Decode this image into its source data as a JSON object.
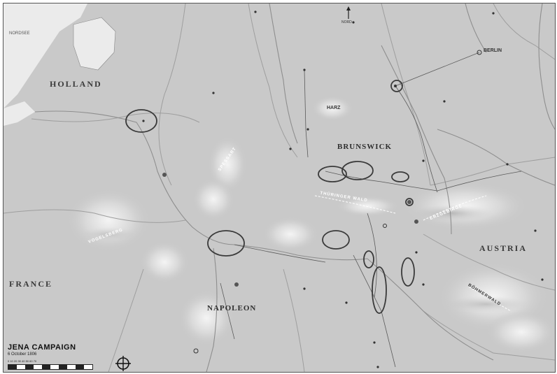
{
  "map": {
    "title": "JENA CAMPAIGN",
    "date": "6 October 1806",
    "scale_ticks": "0   10   20   30   40   50   60   70",
    "regions": {
      "holland": "HOLLAND",
      "france": "FRANCE",
      "austria": "AUSTRIA",
      "harz": "HARZ"
    },
    "armies": {
      "brunswick": "BRUNSWICK",
      "napoleon": "NAPOLEON"
    },
    "capital": "BERLIN",
    "sea": "NORDSEE",
    "ranges": {
      "thuringian_forest": "THÜRINGER WALD",
      "erzgebirge": "ERZGEBIRGE",
      "bohemian_forest": "BÖHMERWALD",
      "spessart": "SPESSART",
      "vogelsberg": "VOGELSBERG"
    },
    "north": "NORD",
    "colors": {
      "land": "#c9c9c9",
      "sea": "#ebebeb",
      "river": "#8e8e8e",
      "road": "#555555",
      "position_ring": "#3a3a3a"
    }
  }
}
